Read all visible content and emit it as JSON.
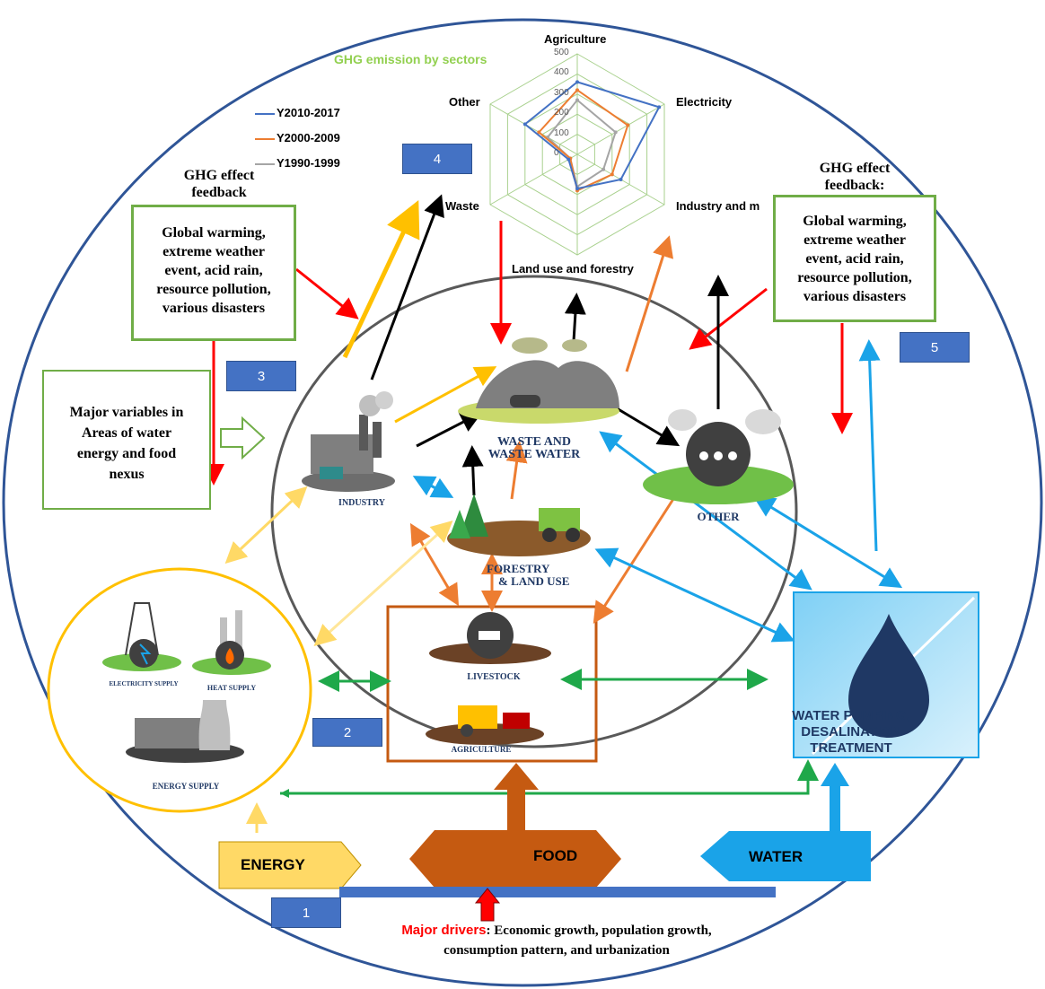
{
  "radar": {
    "title": "GHG emission by sectors",
    "axes": [
      "Agriculture",
      "Electricity",
      "Industry and m",
      "Land use and forestry",
      "Waste",
      "Other"
    ],
    "ticks": [
      "500",
      "400",
      "300",
      "200",
      "100",
      "0"
    ],
    "legend": [
      "Y2010-2017",
      "Y2000-2009",
      "Y1990-1999"
    ]
  },
  "chart_data": {
    "type": "radar",
    "title": "GHG emission by sectors",
    "categories": [
      "Agriculture",
      "Electricity",
      "Industry and m",
      "Land use and forestry",
      "Waste",
      "Other"
    ],
    "ylim": [
      0,
      500
    ],
    "series": [
      {
        "name": "Y2010-2017",
        "color": "#4472c4",
        "values": [
          360,
          470,
          250,
          170,
          50,
          300
        ]
      },
      {
        "name": "Y2000-2009",
        "color": "#ed7d31",
        "values": [
          320,
          290,
          200,
          180,
          40,
          220
        ]
      },
      {
        "name": "Y1990-1999",
        "color": "#a5a5a5",
        "values": [
          270,
          220,
          150,
          160,
          40,
          170
        ]
      }
    ]
  },
  "feedback_left": {
    "title_line1": "GHG effect",
    "title_line2": "feedback",
    "lines": [
      "Global warming,",
      "extreme weather",
      "event, acid rain,",
      "resource pollution,",
      "various disasters"
    ]
  },
  "feedback_right": {
    "title_line1": "GHG effect",
    "title_line2": "feedback:",
    "lines": [
      "Global warming,",
      "extreme weather",
      "event, acid rain,",
      "resource pollution,",
      "various disasters"
    ]
  },
  "variables_box": {
    "lines": [
      "Major variables in",
      "Areas of water",
      "energy and food",
      "nexus"
    ]
  },
  "numbers": [
    "1",
    "2",
    "3",
    "4",
    "5"
  ],
  "sectors": {
    "industry": "INDUSTRY",
    "waste_line1": "WASTE AND",
    "waste_line2": "WASTE WATER",
    "forestry_line1": "FORESTRY",
    "forestry_line2": "& LAND USE",
    "other": "OTHER",
    "livestock": "LIVESTOCK",
    "agriculture": "AGRICULTURE",
    "electricity_supply": "ELECTRICITY SUPPLY",
    "heat_supply": "HEAT SUPPLY",
    "energy_supply": "ENERGY SUPPLY",
    "water_line1": "WATER PUMPING,",
    "water_line2": "DESALINATION",
    "water_line3": "TREATMENT"
  },
  "nexus": {
    "energy": "ENERGY",
    "food": "FOOD",
    "water": "WATER"
  },
  "drivers": {
    "label": "Major drivers",
    "text_line1": ": Economic growth, population growth,",
    "text_line2": "consumption pattern, and urbanization"
  },
  "colors": {
    "outer_circle": "#2f5597",
    "green_box": "#70ad47",
    "number_box": "#4472c4",
    "energy": "#ffd966",
    "food": "#c55a11",
    "water": "#1aa3e8",
    "feedback_arrow": "#ff0000",
    "nexus_arrow": "#1fa84a"
  }
}
